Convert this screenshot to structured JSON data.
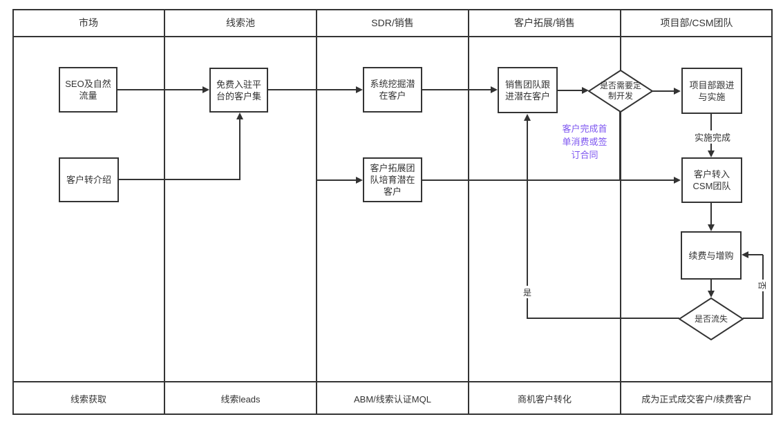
{
  "colors": {
    "stroke": "#333333",
    "text": "#333333",
    "annotation_purple": "#7d55f0",
    "background": "#ffffff"
  },
  "lanes": [
    {
      "header": "市场",
      "footer": "线索获取"
    },
    {
      "header": "线索池",
      "footer": "线索leads"
    },
    {
      "header": "SDR/销售",
      "footer": "ABM/线索认证MQL"
    },
    {
      "header": "客户拓展/销售",
      "footer": "商机客户转化"
    },
    {
      "header": "项目部/CSM团队",
      "footer": "成为正式成交客户/续费客户"
    }
  ],
  "nodes": {
    "seo": "SEO及自然\n流量",
    "referral": "客户转介绍",
    "free_platform": "免费入驻平\n台的客户集",
    "system_mining": "系统挖掘潜\n在客户",
    "nurture": "客户拓展团\n队培育潜在\n客户",
    "sales_followup": "销售团队跟\n进潜在客户",
    "need_custom_dev": "是否需要定\n制开发",
    "project_impl": "项目部跟进\n与实施",
    "csm_transfer": "客户转入\nCSM团队",
    "renewal": "续费与增购",
    "churn_check": "是否流失"
  },
  "edge_labels": {
    "impl_done": "实施完成",
    "yes": "是",
    "no": "否",
    "first_order_note": "客户完成首\n单消费或签\n订合同"
  }
}
